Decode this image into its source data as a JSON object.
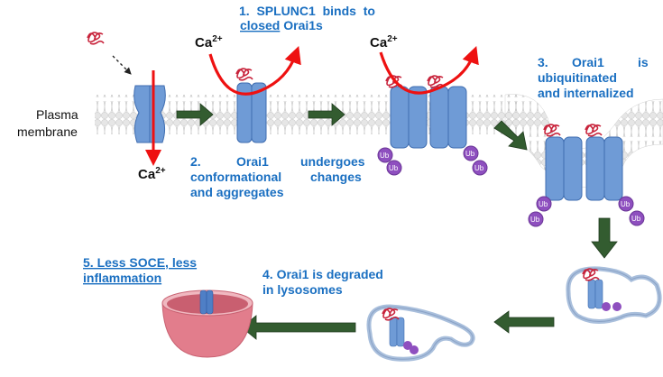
{
  "labels": {
    "plasma_membrane_line1": "Plasma",
    "plasma_membrane_line2": "membrane",
    "calcium": "Ca",
    "calcium_charge": "2+",
    "ubiquitin": "Ub"
  },
  "steps": [
    {
      "number": "1.",
      "lines": [
        "SPLUNC1 binds to",
        "closed Orai1s"
      ],
      "underlined_word": "closed"
    },
    {
      "number": "2.",
      "lines": [
        "Orai1 undergoes",
        "conformational changes",
        "and aggregates"
      ]
    },
    {
      "number": "3.",
      "lines": [
        "Orai1 is",
        "ubiquitinated",
        "and internalized"
      ]
    },
    {
      "number": "4.",
      "lines": [
        "Orai1 is degraded",
        "in lysosomes"
      ]
    },
    {
      "number": "5.",
      "lines": [
        "Less SOCE, less",
        "inflammation"
      ],
      "underlined": true
    }
  ],
  "text": {
    "s1_a": "1.  SPLUNC1  binds  to",
    "s1_b_u": "closed",
    "s1_b_rest": " Orai1s",
    "s2_a": "2.",
    "s2_a2": "Orai1",
    "s2_a3": "undergoes",
    "s2_b1": "conformational",
    "s2_b2": "changes",
    "s2_c": "and aggregates",
    "s3_a1": "3.",
    "s3_a2": "Orai1",
    "s3_a3": "is",
    "s3_b": "ubiquitinated",
    "s3_c": "and internalized",
    "s4_a": "4. Orai1 is degraded",
    "s4_b": "in lysosomes",
    "s5_a": "5. Less SOCE, less",
    "s5_b": "inflammation"
  },
  "colors": {
    "step_text": "#1a6fc1",
    "orai1_channel": "#6f9bd6",
    "orai1_outline": "#3f6db0",
    "splunc1": "#c8233b",
    "calcium_arrow": "#ee1111",
    "process_arrow": "#335c30",
    "ubiquitin": "#8e4fbf",
    "membrane": "#d8d8d8",
    "lysosome": "#e27d8c",
    "endosome": "#a9bfdc"
  }
}
